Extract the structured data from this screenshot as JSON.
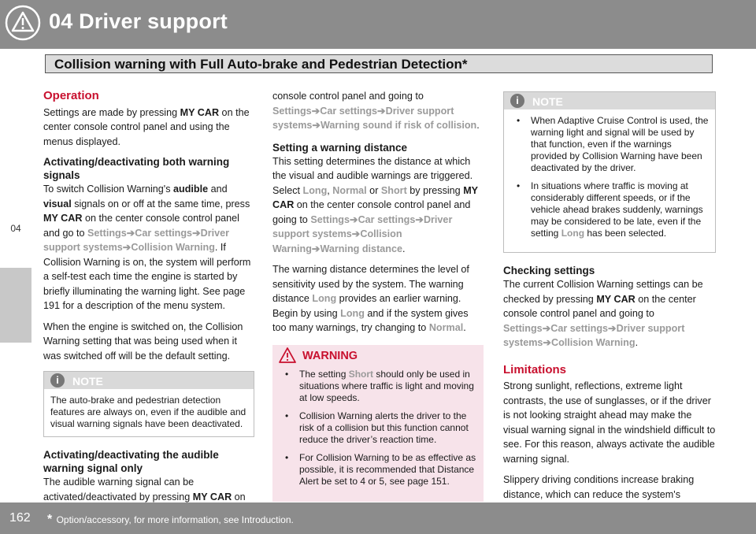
{
  "header": {
    "chapter_title": "04  Driver support",
    "section_title": "Collision warning with Full Auto-brake and Pedestrian Detection*"
  },
  "side_tab": {
    "label": "04"
  },
  "footer": {
    "page_number": "162",
    "note_star": "*",
    "note": "Option/accessory, for more information, see Introduction."
  },
  "col1": {
    "operation_heading": "Operation",
    "operation_text_1": "Settings are made by pressing ",
    "operation_kw": "MY CAR",
    "operation_text_2": " on the center console control panel and using the menus displayed.",
    "both_heading": "Activating/deactivating both warning signals",
    "both_t1": "To switch Collision Warning's ",
    "both_kw1": "audible",
    "both_t2": " and ",
    "both_kw2": "visual",
    "both_t3": " signals on or off at the same time, press ",
    "both_kw3": "MY CAR",
    "both_t4": " on the center console control panel and go to ",
    "both_l1": "Settings",
    "both_l2": "Car settings",
    "both_l3": "Driver support systems",
    "both_l4": "Collision Warning",
    "both_t5": ". If Collision Warning is on, the system will perform a self-test each time the engine is started by briefly illuminating the warning light. See page 191 for a description of the menu system.",
    "engine_text": "When the engine is switched on, the Collision Warning setting that was being used when it was switched off will be the default setting.",
    "note_label": "NOTE",
    "note_text": "The auto-brake and pedestrian detection features are always on, even if the audible and visual warning signals have been deactivated.",
    "audible_heading": "Activating/deactivating the audible warning signal only",
    "audible_t1": "The audible warning signal can be activated/deactivated by pressing ",
    "audible_kw": "MY CAR",
    "audible_t2": " on the center"
  },
  "col2": {
    "cont_t1": "console control panel and going to ",
    "cont_l1": "Settings",
    "cont_l2": "Car settings",
    "cont_l3": "Driver support systems",
    "cont_l4": "Warning sound if risk of collision",
    "cont_t2": ".",
    "dist_heading": "Setting a warning distance",
    "dist_t1": "This setting determines the distance at which the visual and audible warnings are triggered. Select ",
    "dist_l1": "Long",
    "dist_sep1": ", ",
    "dist_l2": "Normal",
    "dist_sep2": " or ",
    "dist_l3": "Short",
    "dist_t2": " by pressing ",
    "dist_kw": "MY CAR",
    "dist_t3": " on the center console control panel and going to ",
    "dist_l4": "Settings",
    "dist_l5": "Car settings",
    "dist_l6": "Driver support systems",
    "dist_l7": "Collision Warning",
    "dist_l8": "Warning distance",
    "dist_t4": ".",
    "level_t1": "The warning distance determines the level of sensitivity used by the system. The warning distance ",
    "level_l1": "Long",
    "level_t2": " provides an earlier warning. Begin by using ",
    "level_l2": "Long",
    "level_t3": " and if the system gives too many warnings, try changing to ",
    "level_l3": "Normal",
    "level_t4": ".",
    "warn_label": "WARNING",
    "warn_items": [
      {
        "t1": "The setting ",
        "l1": "Short",
        "t2": " should only be used in situations where traffic is light and moving at low speeds."
      },
      {
        "t1": "Collision Warning alerts the driver to the risk of a collision but this function cannot reduce the driver’s reaction time.",
        "l1": "",
        "t2": ""
      },
      {
        "t1": "For Collision Warning to be as effective as possible, it is recommended that Distance Alert be set to 4 or 5, see page 151.",
        "l1": "",
        "t2": ""
      }
    ]
  },
  "col3": {
    "note_label": "NOTE",
    "note_items": [
      {
        "t1": "When Adaptive Cruise Control is used, the warning light and signal will be used by that function, even if the warnings provided by Collision Warning have been deactivated by the driver.",
        "l1": "",
        "t2": ""
      },
      {
        "t1": "In situations where traffic is moving at considerably different speeds, or if the vehicle ahead brakes suddenly, warnings may be considered to be late, even if the setting ",
        "l1": "Long",
        "t2": " has been selected."
      }
    ],
    "check_heading": "Checking settings",
    "check_t1": "The current Collision Warning settings can be checked by pressing ",
    "check_kw": "MY CAR",
    "check_t2": " on the center console control panel and going to ",
    "check_l1": "Settings",
    "check_l2": "Car settings",
    "check_l3": "Driver support systems",
    "check_l4": "Collision Warning",
    "check_t3": ".",
    "limit_heading": "Limitations",
    "limit_text": "Strong sunlight, reflections, extreme light contrasts, the use of sunglasses, or if the driver is not looking straight ahead may make the visual warning signal in the windshield difficult to see. For this reason, always activate the audible warning signal.",
    "slip_text": "Slippery driving conditions increase braking distance, which can reduce the system's"
  }
}
